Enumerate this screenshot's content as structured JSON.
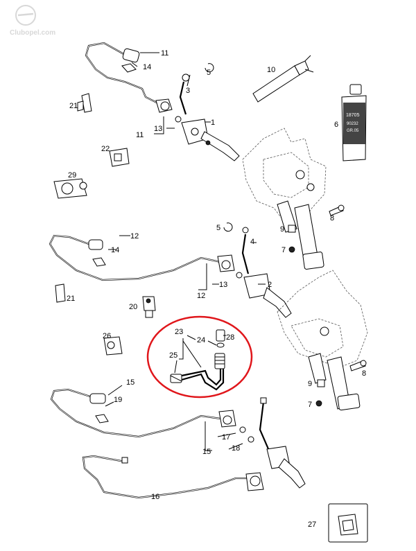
{
  "watermark": {
    "text": "Clubopel.com"
  },
  "callouts": {
    "c1": "1",
    "c2": "2",
    "c3": "3",
    "c4": "4",
    "c5a": "5",
    "c5b": "5",
    "c6": "6",
    "c7a": "7",
    "c7b": "7",
    "c8a": "8",
    "c8b": "8",
    "c9a": "9",
    "c9b": "9",
    "c10": "10",
    "c11a": "11",
    "c11b": "11",
    "c12a": "12",
    "c12b": "12",
    "c13a": "13",
    "c13b": "13",
    "c14a": "14",
    "c14b": "14",
    "c15a": "15",
    "c15b": "15",
    "c16": "16",
    "c17": "17",
    "c18": "18",
    "c19": "19",
    "c20": "20",
    "c21a": "21",
    "c21b": "21",
    "c22": "22",
    "c23": "23",
    "c24": "24",
    "c25": "25",
    "c26": "26",
    "c27": "27",
    "c28": "28",
    "c29": "29"
  },
  "tube_label": {
    "line1": "18705",
    "line2": "90232",
    "line3": "GR.05"
  },
  "highlight": {
    "color": "#e0161b"
  }
}
